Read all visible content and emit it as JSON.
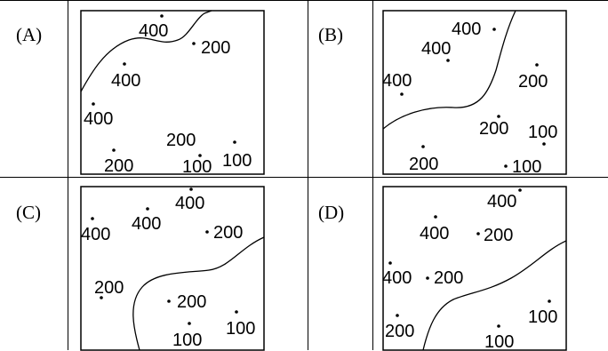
{
  "options": [
    {
      "label": "(A)",
      "points": [
        {
          "id": "a1",
          "text": "400",
          "value": 400
        },
        {
          "id": "a2",
          "text": "200",
          "value": 200
        },
        {
          "id": "a3",
          "text": "400",
          "value": 400
        },
        {
          "id": "a4",
          "text": "400",
          "value": 400
        },
        {
          "id": "a5",
          "text": "200",
          "value": 200
        },
        {
          "id": "a6",
          "text": "200",
          "value": 200
        },
        {
          "id": "a7",
          "text": "100",
          "value": 100
        },
        {
          "id": "a8",
          "text": "100",
          "value": 100
        }
      ]
    },
    {
      "label": "(B)",
      "points": [
        {
          "id": "b1",
          "text": "400",
          "value": 400
        },
        {
          "id": "b2",
          "text": "400",
          "value": 400
        },
        {
          "id": "b3",
          "text": "400",
          "value": 400
        },
        {
          "id": "b4",
          "text": "200",
          "value": 200
        },
        {
          "id": "b5",
          "text": "200",
          "value": 200
        },
        {
          "id": "b6",
          "text": "100",
          "value": 100
        },
        {
          "id": "b7",
          "text": "200",
          "value": 200
        },
        {
          "id": "b8",
          "text": "100",
          "value": 100
        }
      ]
    },
    {
      "label": "(C)",
      "points": [
        {
          "id": "c1",
          "text": "400",
          "value": 400
        },
        {
          "id": "c2",
          "text": "400",
          "value": 400
        },
        {
          "id": "c3",
          "text": "400",
          "value": 400
        },
        {
          "id": "c4",
          "text": "200",
          "value": 200
        },
        {
          "id": "c5",
          "text": "200",
          "value": 200
        },
        {
          "id": "c6",
          "text": "200",
          "value": 200
        },
        {
          "id": "c7",
          "text": "100",
          "value": 100
        },
        {
          "id": "c8",
          "text": "100",
          "value": 100
        }
      ]
    },
    {
      "label": "(D)",
      "points": [
        {
          "id": "d1",
          "text": "400",
          "value": 400
        },
        {
          "id": "d2",
          "text": "400",
          "value": 400
        },
        {
          "id": "d3",
          "text": "200",
          "value": 200
        },
        {
          "id": "d4",
          "text": "400",
          "value": 400
        },
        {
          "id": "d5",
          "text": "200",
          "value": 200
        },
        {
          "id": "d6",
          "text": "100",
          "value": 100
        },
        {
          "id": "d7",
          "text": "200",
          "value": 200
        },
        {
          "id": "d8",
          "text": "100",
          "value": 100
        }
      ]
    }
  ]
}
